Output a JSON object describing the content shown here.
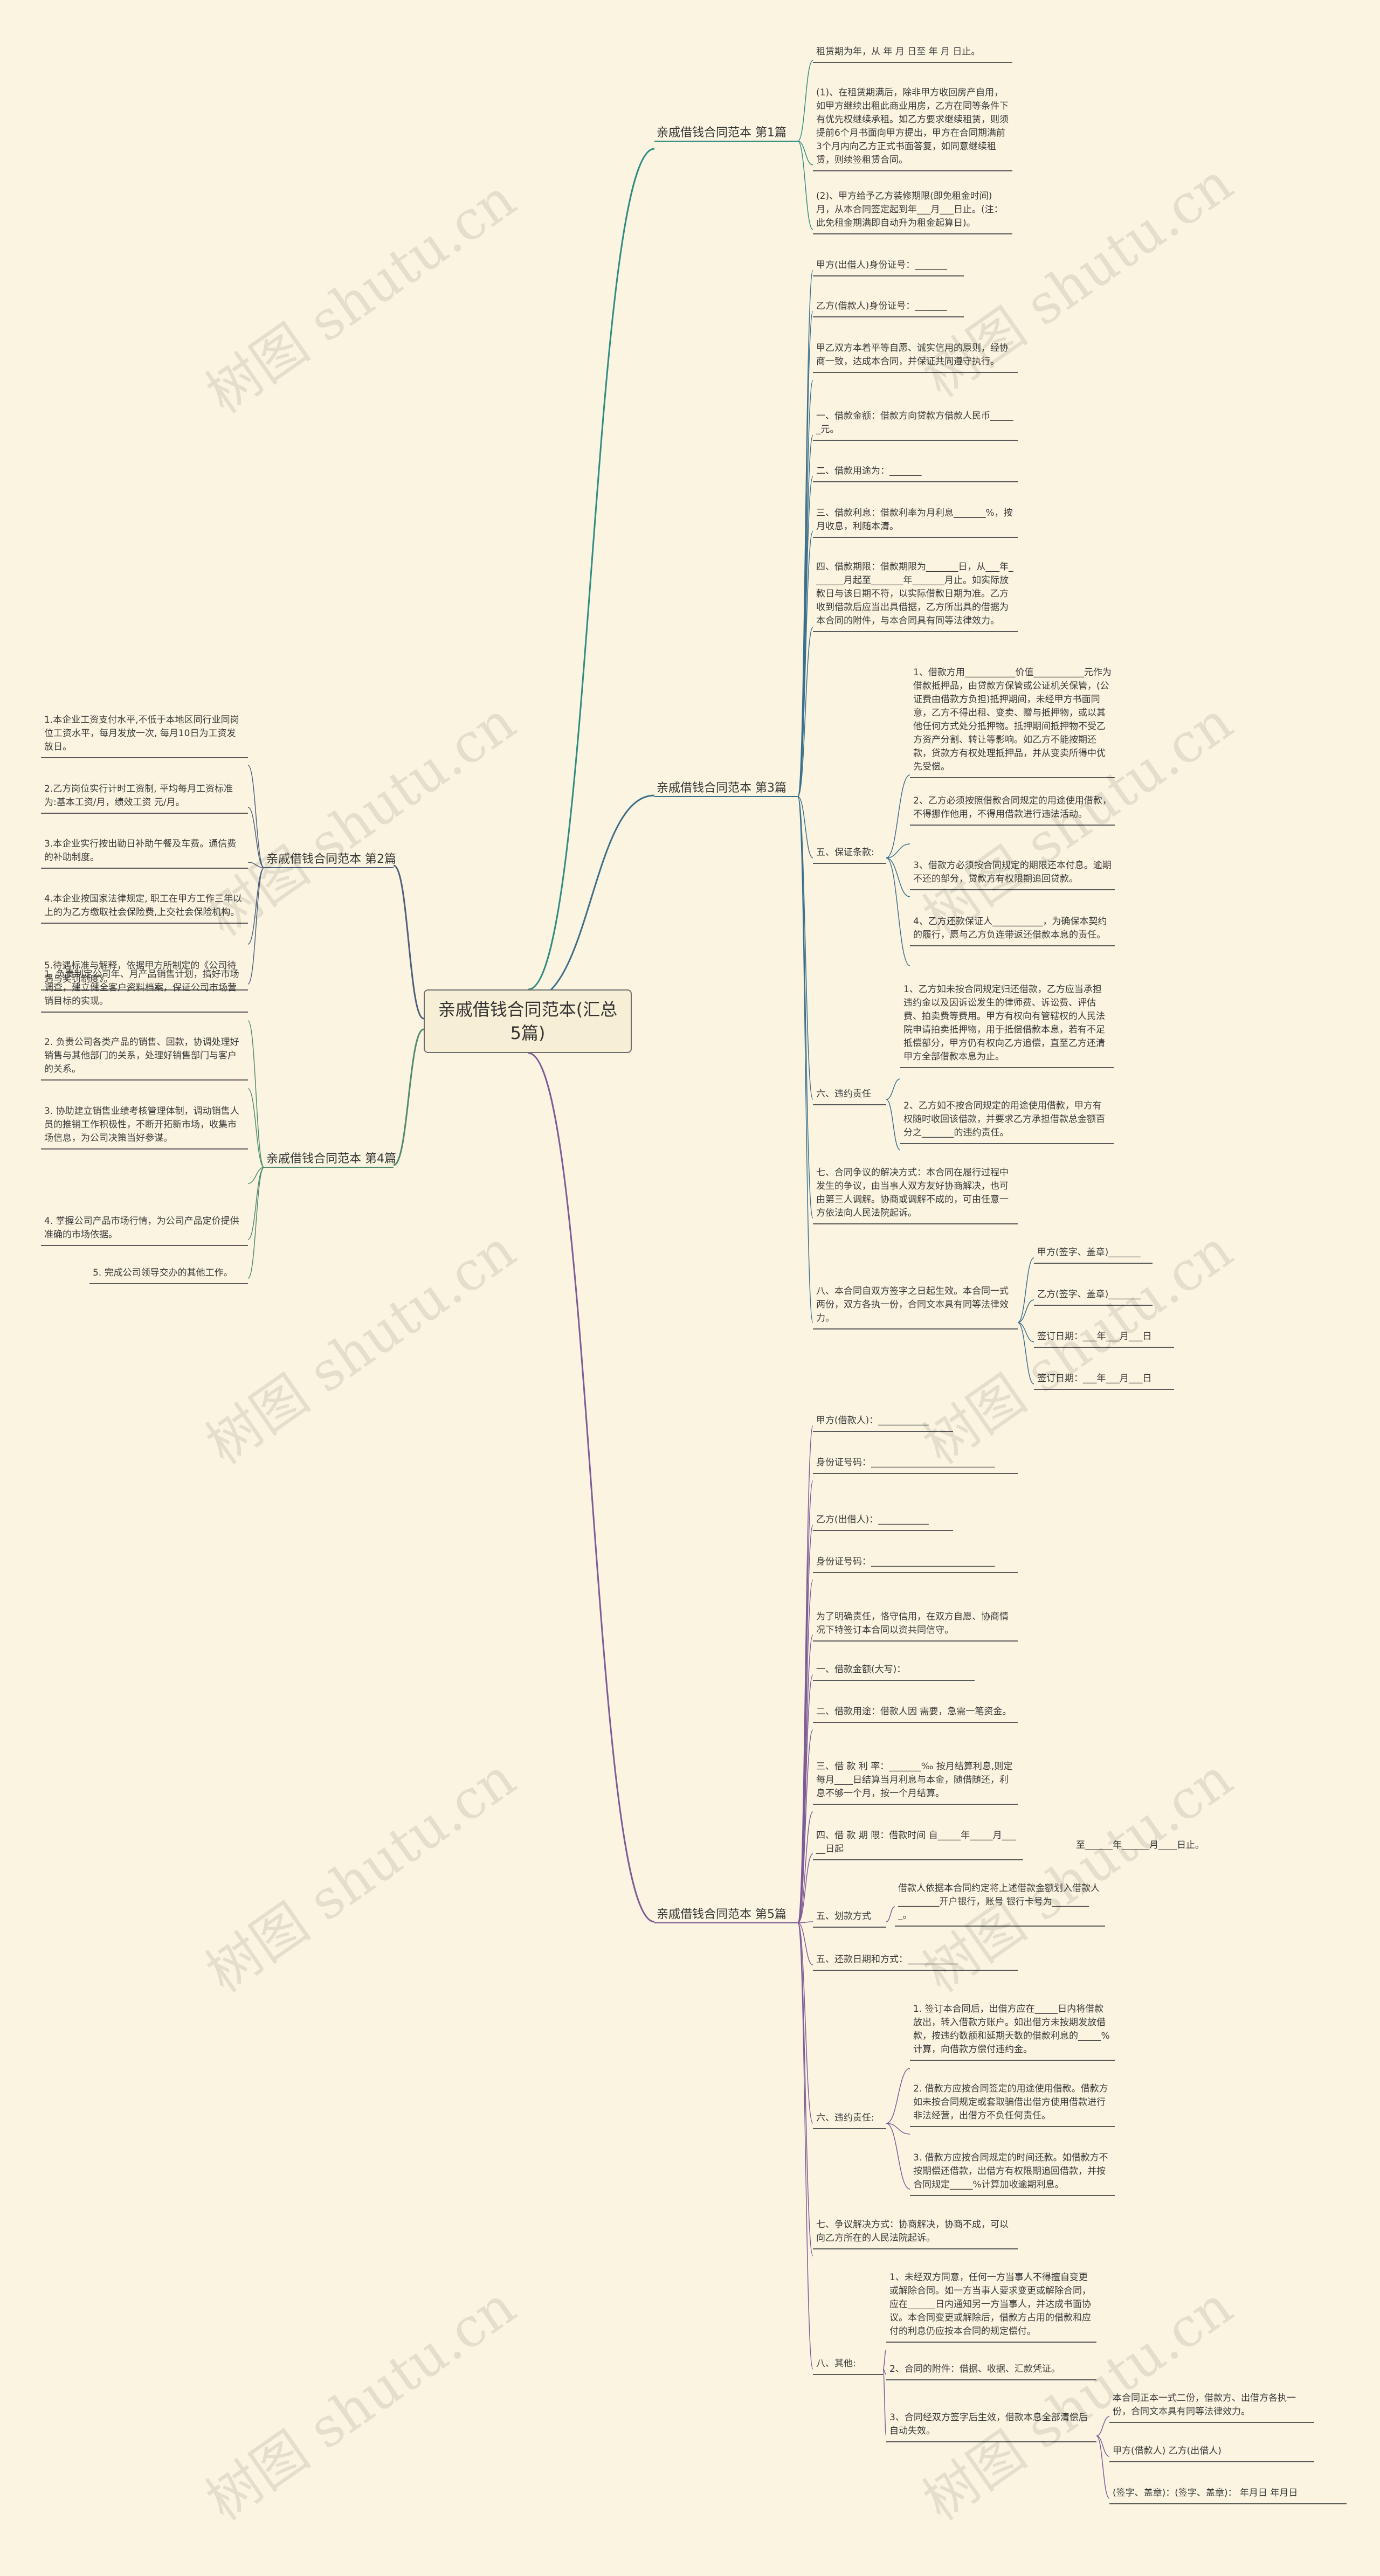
{
  "center": "亲戚借钱合同范本(汇总5篇)",
  "watermark": "树图 shutu.cn",
  "branches": {
    "b1": "亲戚借钱合同范本 第1篇",
    "b2": "亲戚借钱合同范本 第2篇",
    "b3": "亲戚借钱合同范本 第3篇",
    "b4": "亲戚借钱合同范本 第4篇",
    "b5": "亲戚借钱合同范本 第5篇"
  },
  "p1": [
    "租赁期为年，从 年 月 日至 年 月 日止。",
    "(1)、在租赁期满后，除非甲方收回房产自用，如甲方继续出租此商业用房，乙方在同等条件下有优先权继续承租。如乙方要求继续租赁，则须提前6个月书面向甲方提出，甲方在合同期满前3个月内向乙方正式书面答复，如同意继续租赁，则续签租赁合同。",
    "(2)、甲方给予乙方装修期限(即免租金时间)月，从本合同签定起到年___月___日止。(注：此免租金期满即自动升为租金起算日)。"
  ],
  "p2": [
    "1.本企业工资支付水平,不低于本地区同行业同岗位工资水平，每月发放一次, 每月10日为工资发放日。",
    "2.乙方岗位实行计时工资制, 平均每月工资标准为:基本工资/月，绩效工资 元/月。",
    "3.本企业实行按出勤日补助午餐及车费。通信费的补助制度。",
    "4.本企业按国家法律规定, 职工在甲方工作三年以上的为乙方缴取社会保险费,上交社会保险机构。",
    "5.待遇标准与解释，依据甲方所制定的《公司待遇与奖罚制度》。"
  ],
  "p3": [
    "甲方(出借人)身份证号：_______",
    "乙方(借款人)身份证号：_______",
    "甲乙双方本着平等自愿、诚实信用的原则，经协商一致，达成本合同，并保证共同遵守执行。",
    "一、借款金额：借款方向贷款方借款人民币______元。",
    "二、借款用途为：_______",
    "三、借款利息：借款利率为月利息_______%，按月收息，利随本清。",
    "四、借款期限：借款期限为_______日，从___年_______月起至_______年_______月止。如实际放款日与该日期不符，以实际借款日期为准。乙方收到借款后应当出具借据，乙方所出具的借据为本合同的附件，与本合同具有同等法律效力。"
  ],
  "p3_guarantee": {
    "label": "五、保证条款:",
    "items": [
      "1、借款方用___________价值___________元作为借款抵押品，由贷款方保管或公证机关保管，(公证费由借款方负担)抵押期间，未经甲方书面同意，乙方不得出租、变卖、赠与抵押物，或以其他任何方式处分抵押物。抵押期间抵押物不受乙方资产分割、转让等影响。如乙方不能按期还款，贷款方有权处理抵押品，并从变卖所得中优先受偿。",
      "2、乙方必须按照借款合同规定的用途使用借款，不得挪作他用，不得用借款进行违法活动。",
      "3、借款方必须按合同规定的期限还本付息。逾期不还的部分，贷款方有权限期追回贷款。",
      "4、乙方还款保证人___________，为确保本契约的履行，愿与乙方负连带返还借款本息的责任。"
    ]
  },
  "p3_breach": {
    "label": "六、违约责任",
    "items": [
      "1、乙方如未按合同规定归还借款，乙方应当承担违约金以及因诉讼发生的律师费、诉讼费、评估费、拍卖费等费用。甲方有权向有管辖权的人民法院申请拍卖抵押物，用于抵偿借款本息，若有不足抵偿部分，甲方仍有权向乙方追偿，直至乙方还清甲方全部借款本息为止。",
      "2、乙方如不按合同规定的用途使用借款，甲方有权随时收回该借款，并要求乙方承担借款总金额百分之_______的违约责任。"
    ]
  },
  "p3_dispute": "七、合同争议的解决方式：本合同在履行过程中发生的争议，由当事人双方友好协商解决，也可由第三人调解。协商或调解不成的，可由任意一方依法向人民法院起诉。",
  "p3_effect": "八、本合同自双方签字之日起生效。本合同一式两份，双方各执一份，合同文本具有同等法律效力。",
  "p3_sign": [
    "甲方(签字、盖章)_______",
    "乙方(签字、盖章)_______",
    "签订日期：___年___月___日",
    "签订日期：___年___月___日"
  ],
  "p4": [
    "1. 负责制定公司年、月产品销售计划，搞好市场调查，建立健全客户资料档案，保证公司市场营销目标的实现。",
    "2. 负责公司各类产品的销售、回款，协调处理好销售与其他部门的关系，处理好销售部门与客户的关系。",
    "3. 协助建立销售业绩考核管理体制，调动销售人员的推销工作积极性，不断开拓新市场，收集市场信息，为公司决策当好参谋。",
    "4. 掌握公司产品市场行情，为公司产品定价提供准确的市场依据。",
    "5. 完成公司领导交办的其他工作。"
  ],
  "p5": [
    "甲方(借款人)：___________",
    "身份证号码：___________________________",
    "乙方(出借人)：___________",
    "身份证号码：___________________________",
    "为了明确责任，恪守信用，在双方自愿、协商情况下特签订本合同以资共同信守。",
    "一、借款金额(大写)：",
    "二、借款用途：借款人因 需要，急需一笔资金。",
    "三、借 款 利 率：_______‰ 按月结算利息,则定每月____日结算当月利息与本金，随借随还，利息不够一个月，按一个月结算。",
    "四、借 款 期 限：借款时间 自_____年_____月_____日起"
  ],
  "p5_period_end": "至______年______月____日止。",
  "p5_method": {
    "label": "五、划款方式",
    "value": "借款人依据本合同约定将上述借款金额划入借款人_________开户银行，账号 银行卡号为_________。"
  },
  "p5_repay": "五、还款日期和方式：___________",
  "p5_breach": {
    "label": "六、违约责任:",
    "items": [
      "1. 签订本合同后，出借方应在_____日内将借款放出，转入借款方账户。如出借方未按期发放借款，按违约数额和延期天数的借款利息的_____%计算，向借款方偿付违约金。",
      "2. 借款方应按合同签定的用途使用借款。借款方如未按合同规定或套取骗借出借方使用借款进行非法经营，出借方不负任何责任。",
      "3. 借款方应按合同规定的时间还款。如借款方不按期偿还借款，出借方有权限期追回借款，并按合同规定_____%计算加收逾期利息。"
    ]
  },
  "p5_dispute": "七、争议解决方式：协商解决，协商不成，可以向乙方所在的人民法院起诉。",
  "p5_other": {
    "label": "八、其他:",
    "items": [
      "1、未经双方同意，任何一方当事人不得擅自变更或解除合同。如一方当事人要求变更或解除合同，应在______日内通知另一方当事人，并达成书面协议。本合同变更或解除后，借款方占用的借款和应付的利息仍应按本合同的规定偿付。",
      "2、合同的附件：借据、收据、汇款凭证。",
      "3、合同经双方签字后生效，借款本息全部清偿后自动失效。"
    ],
    "sub": [
      "本合同正本一式二份，借款方、出借方各执一份，合同文本具有同等法律效力。",
      "甲方(借款人) 乙方(出借人)",
      "(签字、盖章)：(签字、盖章)：          年月日  年月日"
    ]
  },
  "colors": {
    "b1": "#2f8c82",
    "b2": "#4d5f7c",
    "b3": "#3b6f8c",
    "b4": "#4f8a6f",
    "b5": "#7e5b97"
  }
}
